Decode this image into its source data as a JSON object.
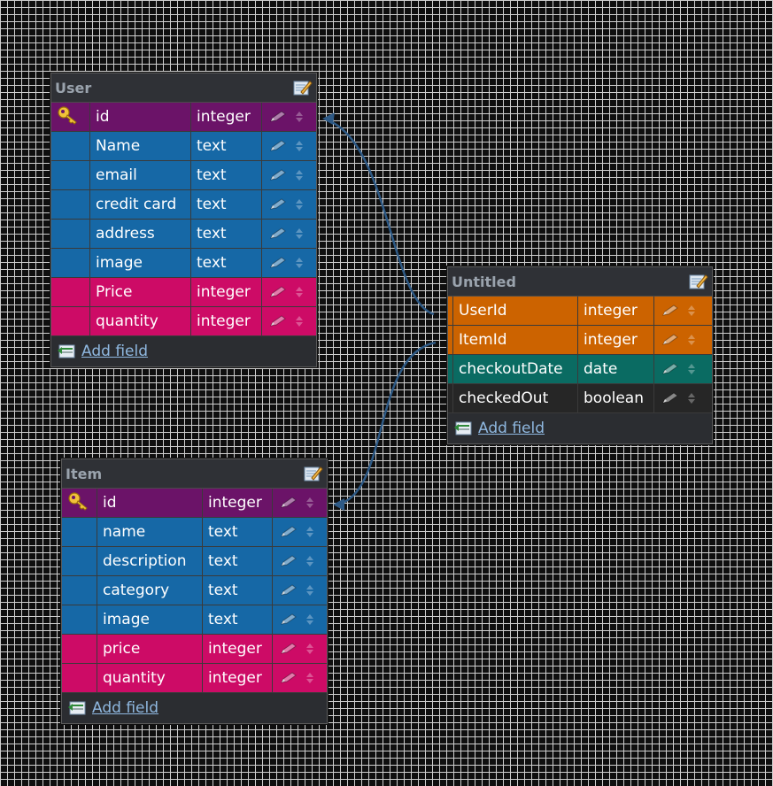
{
  "tables": {
    "user": {
      "title": "User",
      "add_label": "Add field",
      "rows": [
        {
          "name": "id",
          "type": "integer",
          "color": "#6b1368",
          "key": true
        },
        {
          "name": "Name",
          "type": "text",
          "color": "#1668a6"
        },
        {
          "name": "email",
          "type": "text",
          "color": "#1668a6"
        },
        {
          "name": "credit card",
          "type": "text",
          "color": "#1668a6"
        },
        {
          "name": "address",
          "type": "text",
          "color": "#1668a6"
        },
        {
          "name": "image",
          "type": "text",
          "color": "#1668a6"
        },
        {
          "name": "Price",
          "type": "integer",
          "color": "#cd0b66"
        },
        {
          "name": "quantity",
          "type": "integer",
          "color": "#cd0b66"
        }
      ]
    },
    "untitled": {
      "title": "Untitled",
      "add_label": "Add field",
      "rows": [
        {
          "name": "UserId",
          "type": "integer",
          "color": "#cc6300"
        },
        {
          "name": "ItemId",
          "type": "integer",
          "color": "#cc6300"
        },
        {
          "name": "checkoutDate",
          "type": "date",
          "color": "#0a6b62"
        },
        {
          "name": "checkedOut",
          "type": "boolean",
          "color": "#262626"
        }
      ]
    },
    "item": {
      "title": "Item",
      "add_label": "Add field",
      "rows": [
        {
          "name": "id",
          "type": "integer",
          "color": "#6b1368",
          "key": true
        },
        {
          "name": "name",
          "type": "text",
          "color": "#1668a6"
        },
        {
          "name": "description",
          "type": "text",
          "color": "#1668a6"
        },
        {
          "name": "category",
          "type": "text",
          "color": "#1668a6"
        },
        {
          "name": "image",
          "type": "text",
          "color": "#1668a6"
        },
        {
          "name": "price",
          "type": "integer",
          "color": "#cd0b66"
        },
        {
          "name": "quantity",
          "type": "integer",
          "color": "#cd0b66"
        }
      ]
    }
  },
  "icons": {
    "edit": "edit-table-icon",
    "key": "primary-key-icon",
    "pencil": "edit-field-icon",
    "reorder": "reorder-arrows-icon",
    "add": "add-field-icon"
  },
  "link_color": "#2e5a86"
}
